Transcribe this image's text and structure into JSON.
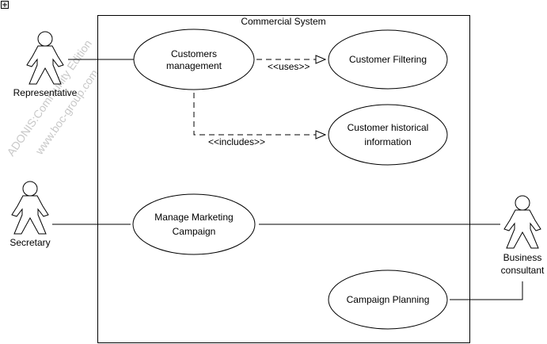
{
  "diagram": {
    "system": {
      "title": "Commercial System"
    },
    "watermark": {
      "line1": "ADONIS:Community Edition",
      "line2": "www.boc-group.com"
    },
    "actors": {
      "representative": {
        "label": "Representative"
      },
      "secretary": {
        "label": "Secretary"
      },
      "business_consultant": {
        "line1": "Business",
        "line2": "consultant"
      }
    },
    "use_cases": {
      "customers_management": {
        "line1": "Customers",
        "line2": "management"
      },
      "customer_filtering": {
        "line1": "Customer Filtering"
      },
      "customer_historical": {
        "line1": "Customer historical",
        "line2": "information"
      },
      "manage_marketing": {
        "line1": "Manage Marketing",
        "line2": "Campaign"
      },
      "campaign_planning": {
        "line1": "Campaign Planning"
      }
    },
    "relations": {
      "uses": "<<uses>>",
      "includes": "<<includes>>"
    },
    "colors": {
      "line": "#000000",
      "watermark": "#c8c8c8"
    }
  }
}
